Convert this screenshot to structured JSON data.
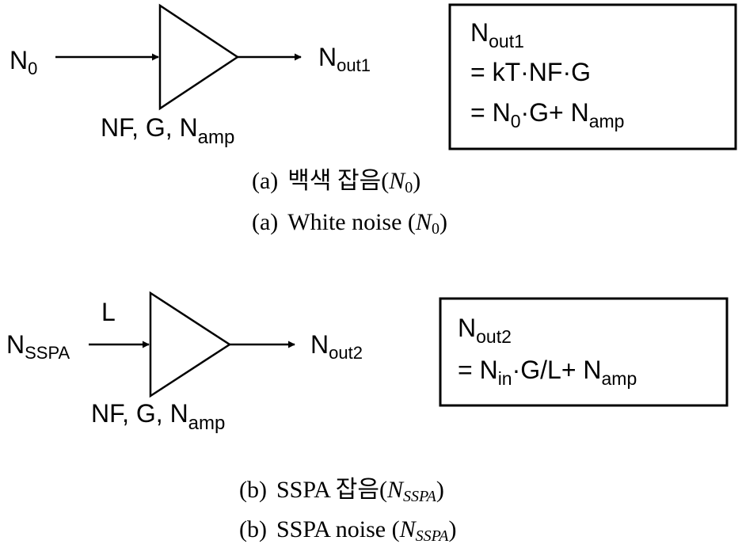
{
  "diagram_a": {
    "input_main": "N",
    "input_sub": "0",
    "output_main": "N",
    "output_sub": "out1",
    "params_text": "NF, G, N",
    "params_sub": "amp",
    "box": {
      "line1_main": "N",
      "line1_sub": "out1",
      "line2": "= kT·NF·G",
      "line3_pre": "= N",
      "line3_sub0": "0",
      "line3_mid": "·G+ N",
      "line3_sub1": "amp"
    },
    "caption_kr_prefix": "(a)",
    "caption_kr_text": "백색 잡음(",
    "caption_kr_var": "N",
    "caption_kr_var_sub": "0",
    "caption_kr_close": ")",
    "caption_en_prefix": "(a)",
    "caption_en_text": "White noise (",
    "caption_en_var": "N",
    "caption_en_var_sub": "0",
    "caption_en_close": ")"
  },
  "diagram_b": {
    "input_main": "N",
    "input_sub": "SSPA",
    "loss_label": "L",
    "output_main": "N",
    "output_sub": "out2",
    "params_text": "NF, G, N",
    "params_sub": "amp",
    "box": {
      "line1_main": "N",
      "line1_sub": "out2",
      "line2_pre": "= N",
      "line2_sub0": "in",
      "line2_mid": "·G/L+ N",
      "line2_sub1": "amp"
    },
    "caption_kr_prefix": "(b)",
    "caption_kr_text": "SSPA 잡음(",
    "caption_kr_var": "N",
    "caption_kr_var_sub": "SSPA",
    "caption_kr_close": ")",
    "caption_en_prefix": "(b)",
    "caption_en_text": "SSPA noise (",
    "caption_en_var": "N",
    "caption_en_var_sub": "SSPA",
    "caption_en_close": ")"
  }
}
